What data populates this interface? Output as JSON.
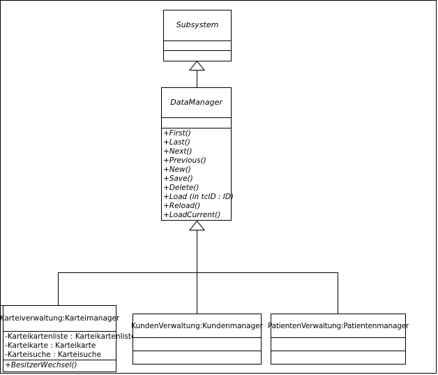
{
  "diagram": {
    "type": "uml-class-diagram",
    "title": "",
    "background_color": "#ffffff",
    "line_color": "#000000",
    "text_color": "#000000"
  },
  "classes": {
    "subsystem": {
      "name": "Subsystem",
      "abstract": true,
      "attributes": [],
      "operations": []
    },
    "data_manager": {
      "name": "DataManager",
      "abstract": true,
      "attributes": [],
      "operations": [
        "+First()",
        "+Last()",
        "+Next()",
        "+Previous()",
        "+New()",
        "+Save()",
        "+Delete()",
        "+Load (in tcID : ID)",
        "+Reload()",
        "+LoadCurrent()"
      ]
    },
    "karteiverwaltung": {
      "name": "Karteiverwaltung:Karteimanager",
      "abstract": false,
      "attributes": [
        "-Karteikartenliste : Karteikartenliste",
        "-Karteikarte : Karteikarte",
        "-Karteisuche : Karteisuche"
      ],
      "operations": [
        "+BesitzerWechsel()"
      ]
    },
    "kundenverwaltung": {
      "name": "KundenVerwaltung:Kundenmanager",
      "abstract": false,
      "attributes": [],
      "operations": []
    },
    "patientenverwaltung": {
      "name": "PatientenVerwaltung:Patientenmanager",
      "abstract": false,
      "attributes": [],
      "operations": []
    }
  },
  "relationships": [
    {
      "kind": "generalization",
      "from": "DataManager",
      "to": "Subsystem"
    },
    {
      "kind": "generalization",
      "from": "Karteiverwaltung:Karteimanager",
      "to": "DataManager"
    },
    {
      "kind": "generalization",
      "from": "KundenVerwaltung:Kundenmanager",
      "to": "DataManager"
    },
    {
      "kind": "generalization",
      "from": "PatientenVerwaltung:Patientenmanager",
      "to": "DataManager"
    }
  ]
}
